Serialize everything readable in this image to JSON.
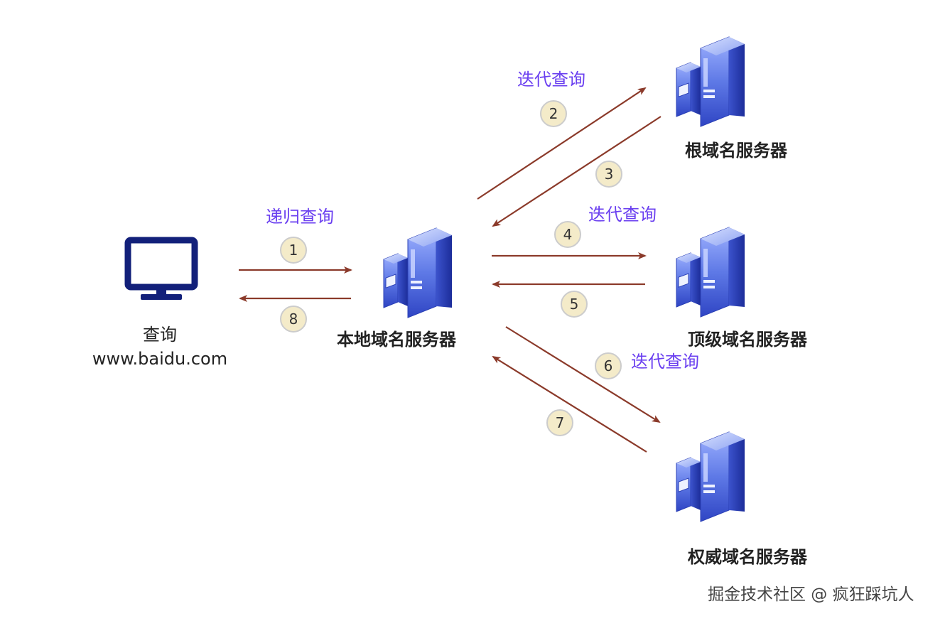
{
  "colors": {
    "arrow": "#8b3a2a",
    "query_label": "#6a3ff0",
    "badge_fill": "#f4ebc9",
    "monitor": "#12207a",
    "server_front": "#5e79e6",
    "server_side": "#2a3fb5"
  },
  "icons": {
    "client": "monitor-icon",
    "server": "server-icon"
  },
  "client": {
    "line1": "查询",
    "line2": "www.baidu.com"
  },
  "nodes": {
    "local": "本地域名服务器",
    "root": "根域名服务器",
    "tld": "顶级域名服务器",
    "authoritative": "权威域名服务器"
  },
  "query_labels": {
    "recursive": "递归查询",
    "iterative_root": "迭代查询",
    "iterative_tld": "迭代查询",
    "iterative_auth": "迭代查询"
  },
  "steps": [
    "1",
    "2",
    "3",
    "4",
    "5",
    "6",
    "7",
    "8"
  ],
  "watermark": "掘金技术社区 @ 疯狂踩坑人"
}
